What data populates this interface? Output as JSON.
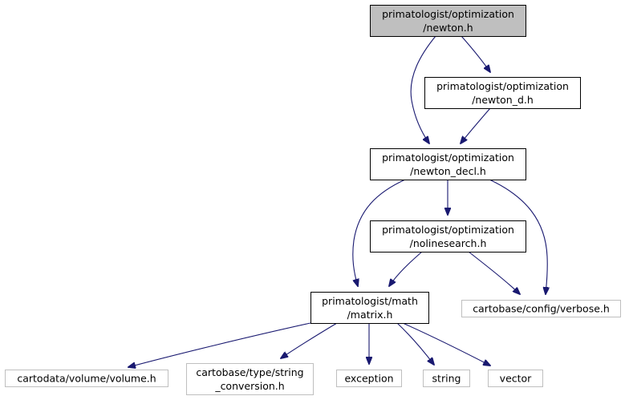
{
  "colors": {
    "edge": "#191970",
    "root_fill": "#bfbfbf",
    "node_border": "#000000",
    "external_border": "#bfbfbf",
    "background": "#ffffff"
  },
  "nodes": {
    "newton_h": {
      "lines": [
        "primatologist/optimization",
        "/newton.h"
      ],
      "style": "root"
    },
    "newton_d_h": {
      "lines": [
        "primatologist/optimization",
        "/newton_d.h"
      ],
      "style": "local"
    },
    "newton_decl_h": {
      "lines": [
        "primatologist/optimization",
        "/newton_decl.h"
      ],
      "style": "local"
    },
    "nolinesearch_h": {
      "lines": [
        "primatologist/optimization",
        "/nolinesearch.h"
      ],
      "style": "local"
    },
    "matrix_h": {
      "lines": [
        "primatologist/math",
        "/matrix.h"
      ],
      "style": "local"
    },
    "verbose_h": {
      "lines": [
        "cartobase/config/verbose.h"
      ],
      "style": "external"
    },
    "volume_h": {
      "lines": [
        "cartodata/volume/volume.h"
      ],
      "style": "external"
    },
    "string_conversion_h": {
      "lines": [
        "cartobase/type/string",
        "_conversion.h"
      ],
      "style": "external"
    },
    "exception": {
      "lines": [
        "exception"
      ],
      "style": "external"
    },
    "string": {
      "lines": [
        "string"
      ],
      "style": "external"
    },
    "vector": {
      "lines": [
        "vector"
      ],
      "style": "external"
    }
  },
  "edges": [
    {
      "from": "newton_h",
      "to": "newton_d_h"
    },
    {
      "from": "newton_h",
      "to": "newton_decl_h"
    },
    {
      "from": "newton_d_h",
      "to": "newton_decl_h"
    },
    {
      "from": "newton_decl_h",
      "to": "nolinesearch_h"
    },
    {
      "from": "newton_decl_h",
      "to": "matrix_h"
    },
    {
      "from": "newton_decl_h",
      "to": "verbose_h"
    },
    {
      "from": "nolinesearch_h",
      "to": "matrix_h"
    },
    {
      "from": "nolinesearch_h",
      "to": "verbose_h"
    },
    {
      "from": "matrix_h",
      "to": "volume_h"
    },
    {
      "from": "matrix_h",
      "to": "string_conversion_h"
    },
    {
      "from": "matrix_h",
      "to": "exception"
    },
    {
      "from": "matrix_h",
      "to": "string"
    },
    {
      "from": "matrix_h",
      "to": "vector"
    }
  ]
}
